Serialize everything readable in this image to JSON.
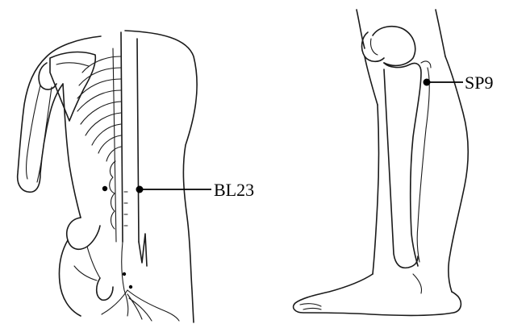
{
  "points": [
    {
      "id": "bl23",
      "label": "BL23"
    },
    {
      "id": "sp9",
      "label": "SP9"
    }
  ],
  "colors": {
    "line": "#1a1a1a",
    "marker": "#000000",
    "background": "#ffffff"
  }
}
